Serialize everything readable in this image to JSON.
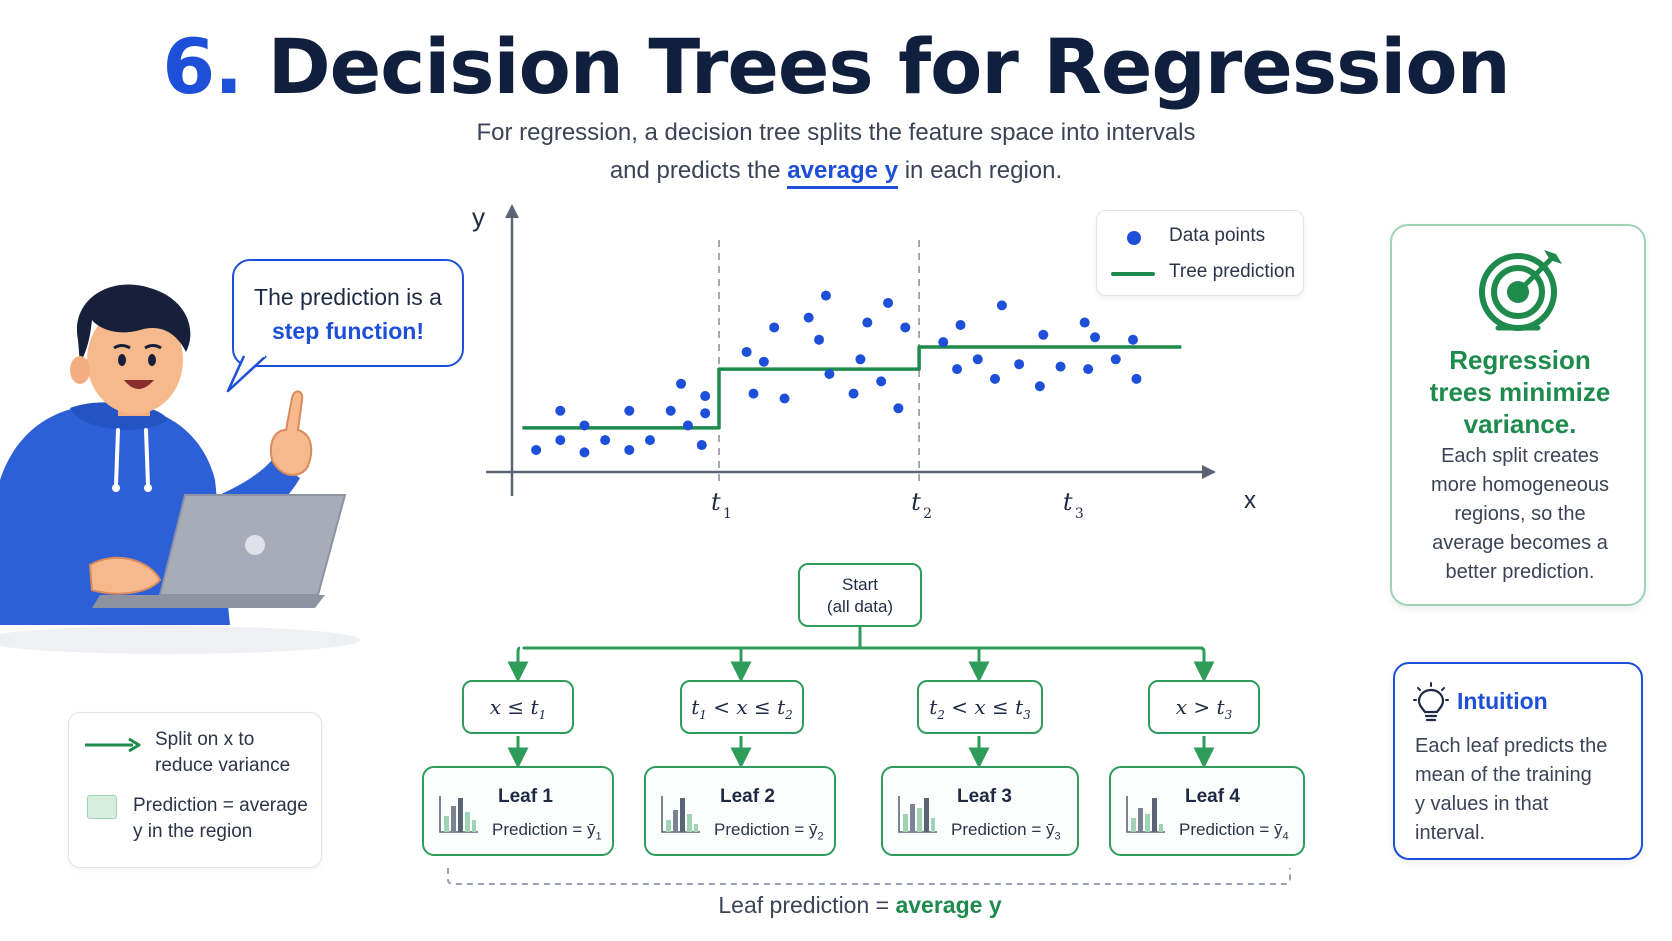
{
  "header": {
    "title_number": "6.",
    "title_text": "Decision Trees for Regression",
    "subtitle_line1": "For regression, a decision tree splits the feature space into intervals",
    "subtitle_pre": "and predicts the ",
    "subtitle_highlight": "average y",
    "subtitle_post": " in each region."
  },
  "speech_bubble": {
    "line1": "The prediction is a",
    "line2": "step function!"
  },
  "chart_data": {
    "type": "scatter",
    "xlabel": "x",
    "ylabel": "y",
    "xlim": [
      0,
      10
    ],
    "ylim": [
      0,
      10
    ],
    "thresholds": [
      {
        "label": "t",
        "sub": "1",
        "x": 3.0,
        "dashed": true
      },
      {
        "label": "t",
        "sub": "2",
        "x": 5.9,
        "dashed": true
      },
      {
        "label": "t",
        "sub": "3",
        "x": 8.1,
        "dashed": false
      }
    ],
    "legend": [
      {
        "label": "Data points",
        "kind": "dot",
        "color": "#1d4fd8"
      },
      {
        "label": "Tree prediction",
        "kind": "line",
        "color": "#1e8a4c"
      }
    ],
    "legend_position": "top-right",
    "step_function": [
      {
        "x0": 0.15,
        "x1": 3.0,
        "y": 1.8
      },
      {
        "x0": 3.0,
        "x1": 5.9,
        "y": 4.2
      },
      {
        "x0": 5.9,
        "x1": 9.7,
        "y": 5.1
      }
    ],
    "points": [
      [
        0.35,
        0.9
      ],
      [
        0.7,
        2.5
      ],
      [
        0.7,
        1.3
      ],
      [
        1.05,
        1.9
      ],
      [
        1.05,
        0.8
      ],
      [
        1.35,
        1.3
      ],
      [
        1.7,
        0.9
      ],
      [
        1.7,
        2.5
      ],
      [
        2.0,
        1.3
      ],
      [
        2.3,
        2.5
      ],
      [
        2.45,
        3.6
      ],
      [
        2.55,
        1.9
      ],
      [
        2.75,
        1.1
      ],
      [
        2.8,
        2.4
      ],
      [
        2.8,
        3.1
      ],
      [
        3.4,
        4.9
      ],
      [
        3.5,
        3.2
      ],
      [
        3.65,
        4.5
      ],
      [
        3.8,
        5.9
      ],
      [
        3.95,
        3.0
      ],
      [
        4.3,
        6.3
      ],
      [
        4.45,
        5.4
      ],
      [
        4.55,
        7.2
      ],
      [
        4.6,
        4.0
      ],
      [
        4.95,
        3.2
      ],
      [
        5.05,
        4.6
      ],
      [
        5.15,
        6.1
      ],
      [
        5.35,
        3.7
      ],
      [
        5.45,
        6.9
      ],
      [
        5.6,
        2.6
      ],
      [
        5.7,
        5.9
      ],
      [
        6.25,
        5.3
      ],
      [
        6.45,
        4.2
      ],
      [
        6.5,
        6.0
      ],
      [
        6.75,
        4.6
      ],
      [
        7.0,
        3.8
      ],
      [
        7.1,
        6.8
      ],
      [
        7.35,
        4.4
      ],
      [
        7.65,
        3.5
      ],
      [
        7.7,
        5.6
      ],
      [
        7.95,
        4.3
      ],
      [
        8.3,
        6.1
      ],
      [
        8.35,
        4.2
      ],
      [
        8.45,
        5.5
      ],
      [
        8.75,
        4.6
      ],
      [
        9.0,
        5.4
      ],
      [
        9.05,
        3.8
      ]
    ]
  },
  "tree": {
    "start_line1": "Start",
    "start_line2": "(all data)",
    "splits": [
      {
        "main": "x ≤ t",
        "sub": "1",
        "tail": ""
      },
      {
        "main": "t",
        "sub": "1",
        "tail": " < x ≤ t",
        "sub2": "2"
      },
      {
        "main": "t",
        "sub": "2",
        "tail": " < x ≤ t",
        "sub2": "3"
      },
      {
        "main": "x > t",
        "sub": "3",
        "tail": ""
      }
    ],
    "leaves": [
      {
        "title": "Leaf 1",
        "pred": "Prediction = ȳ",
        "sub": "1"
      },
      {
        "title": "Leaf 2",
        "pred": "Prediction = ȳ",
        "sub": "2"
      },
      {
        "title": "Leaf 3",
        "pred": "Prediction = ȳ",
        "sub": "3"
      },
      {
        "title": "Leaf 4",
        "pred": "Prediction = ȳ",
        "sub": "4"
      }
    ],
    "bottom_pre": "Leaf prediction = ",
    "bottom_highlight": "average y",
    "branch_color": "#2f9c5b"
  },
  "key": {
    "split_line1": "Split on x to",
    "split_line2": "reduce variance",
    "pred_line1": "Prediction = average",
    "pred_line2": "y in the region"
  },
  "side_card": {
    "title_lines": [
      "Regression",
      "trees minimize",
      "variance."
    ],
    "body_lines": [
      "Each split creates",
      "more homogeneous",
      "regions, so the",
      "average becomes a",
      "better prediction."
    ],
    "icon": "target-icon"
  },
  "intuition": {
    "title": "Intuition",
    "body_lines": [
      "Each leaf predicts the",
      "mean of the training",
      "y values in that",
      "interval."
    ],
    "icon": "lightbulb-icon"
  },
  "colors": {
    "accent_blue": "#1d4fd8",
    "accent_green": "#1e8a4c"
  }
}
